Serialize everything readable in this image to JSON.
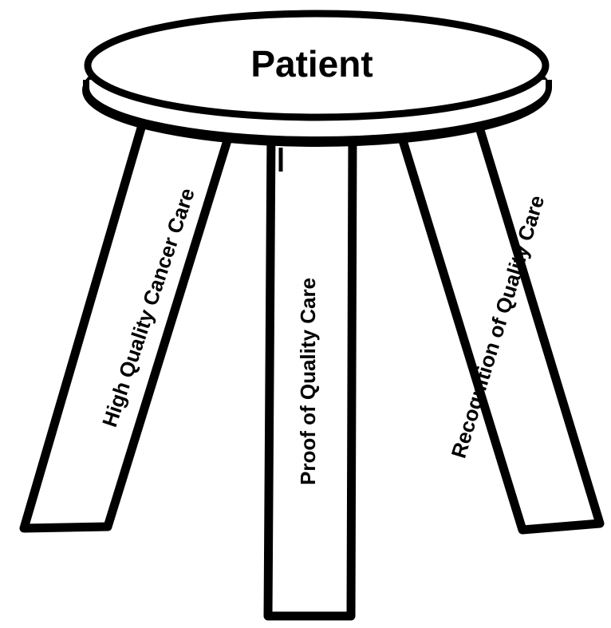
{
  "seat": {
    "label": "Patient"
  },
  "legs": [
    {
      "label": "High Quality Cancer Care"
    },
    {
      "label": "Proof of Quality Care"
    },
    {
      "label": "Recognition of Quality Care"
    }
  ],
  "colors": {
    "stroke": "#000000",
    "fill": "#ffffff"
  }
}
